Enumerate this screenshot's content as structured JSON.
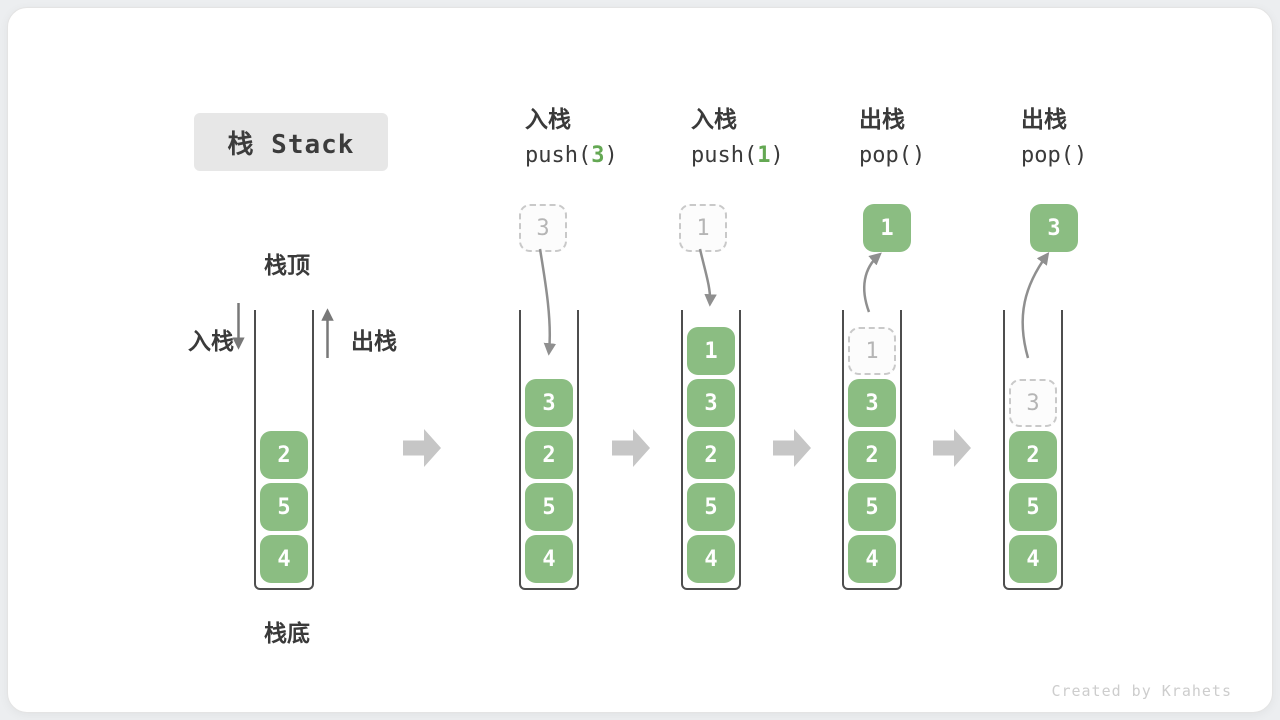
{
  "title": "栈 Stack",
  "legend": {
    "stack_top": "栈顶",
    "stack_bottom": "栈底",
    "push": "入栈",
    "pop": "出栈"
  },
  "steps": [
    {
      "op": "入栈",
      "code_pre": "push(",
      "code_arg": "3",
      "code_post": ")"
    },
    {
      "op": "入栈",
      "code_pre": "push(",
      "code_arg": "1",
      "code_post": ")"
    },
    {
      "op": "出栈",
      "code_pre": "pop()",
      "code_arg": "",
      "code_post": ""
    },
    {
      "op": "出栈",
      "code_pre": "pop()",
      "code_arg": "",
      "code_post": ""
    }
  ],
  "floating": [
    {
      "value": "3",
      "style": "dashed"
    },
    {
      "value": "1",
      "style": "dashed"
    },
    {
      "value": "1",
      "style": "solid"
    },
    {
      "value": "3",
      "style": "solid"
    }
  ],
  "stacks": [
    {
      "cells": [
        "2",
        "5",
        "4"
      ]
    },
    {
      "cells": [
        "3",
        "2",
        "5",
        "4"
      ]
    },
    {
      "cells": [
        "1",
        "3",
        "2",
        "5",
        "4"
      ]
    },
    {
      "ghost": "1",
      "cells": [
        "3",
        "2",
        "5",
        "4"
      ]
    },
    {
      "ghost": "3",
      "cells": [
        "2",
        "5",
        "4"
      ]
    }
  ],
  "watermark": "Created by Krahets",
  "colors": {
    "cell_green": "#8bbd82",
    "code_arg_green": "#64a853",
    "arrow_gray": "#8f8f8f",
    "chevron_gray": "#c6c6c6",
    "frame_gray": "#4e4e4e",
    "ghost_border": "#c9c9c9",
    "title_bg": "#e7e7e7"
  }
}
